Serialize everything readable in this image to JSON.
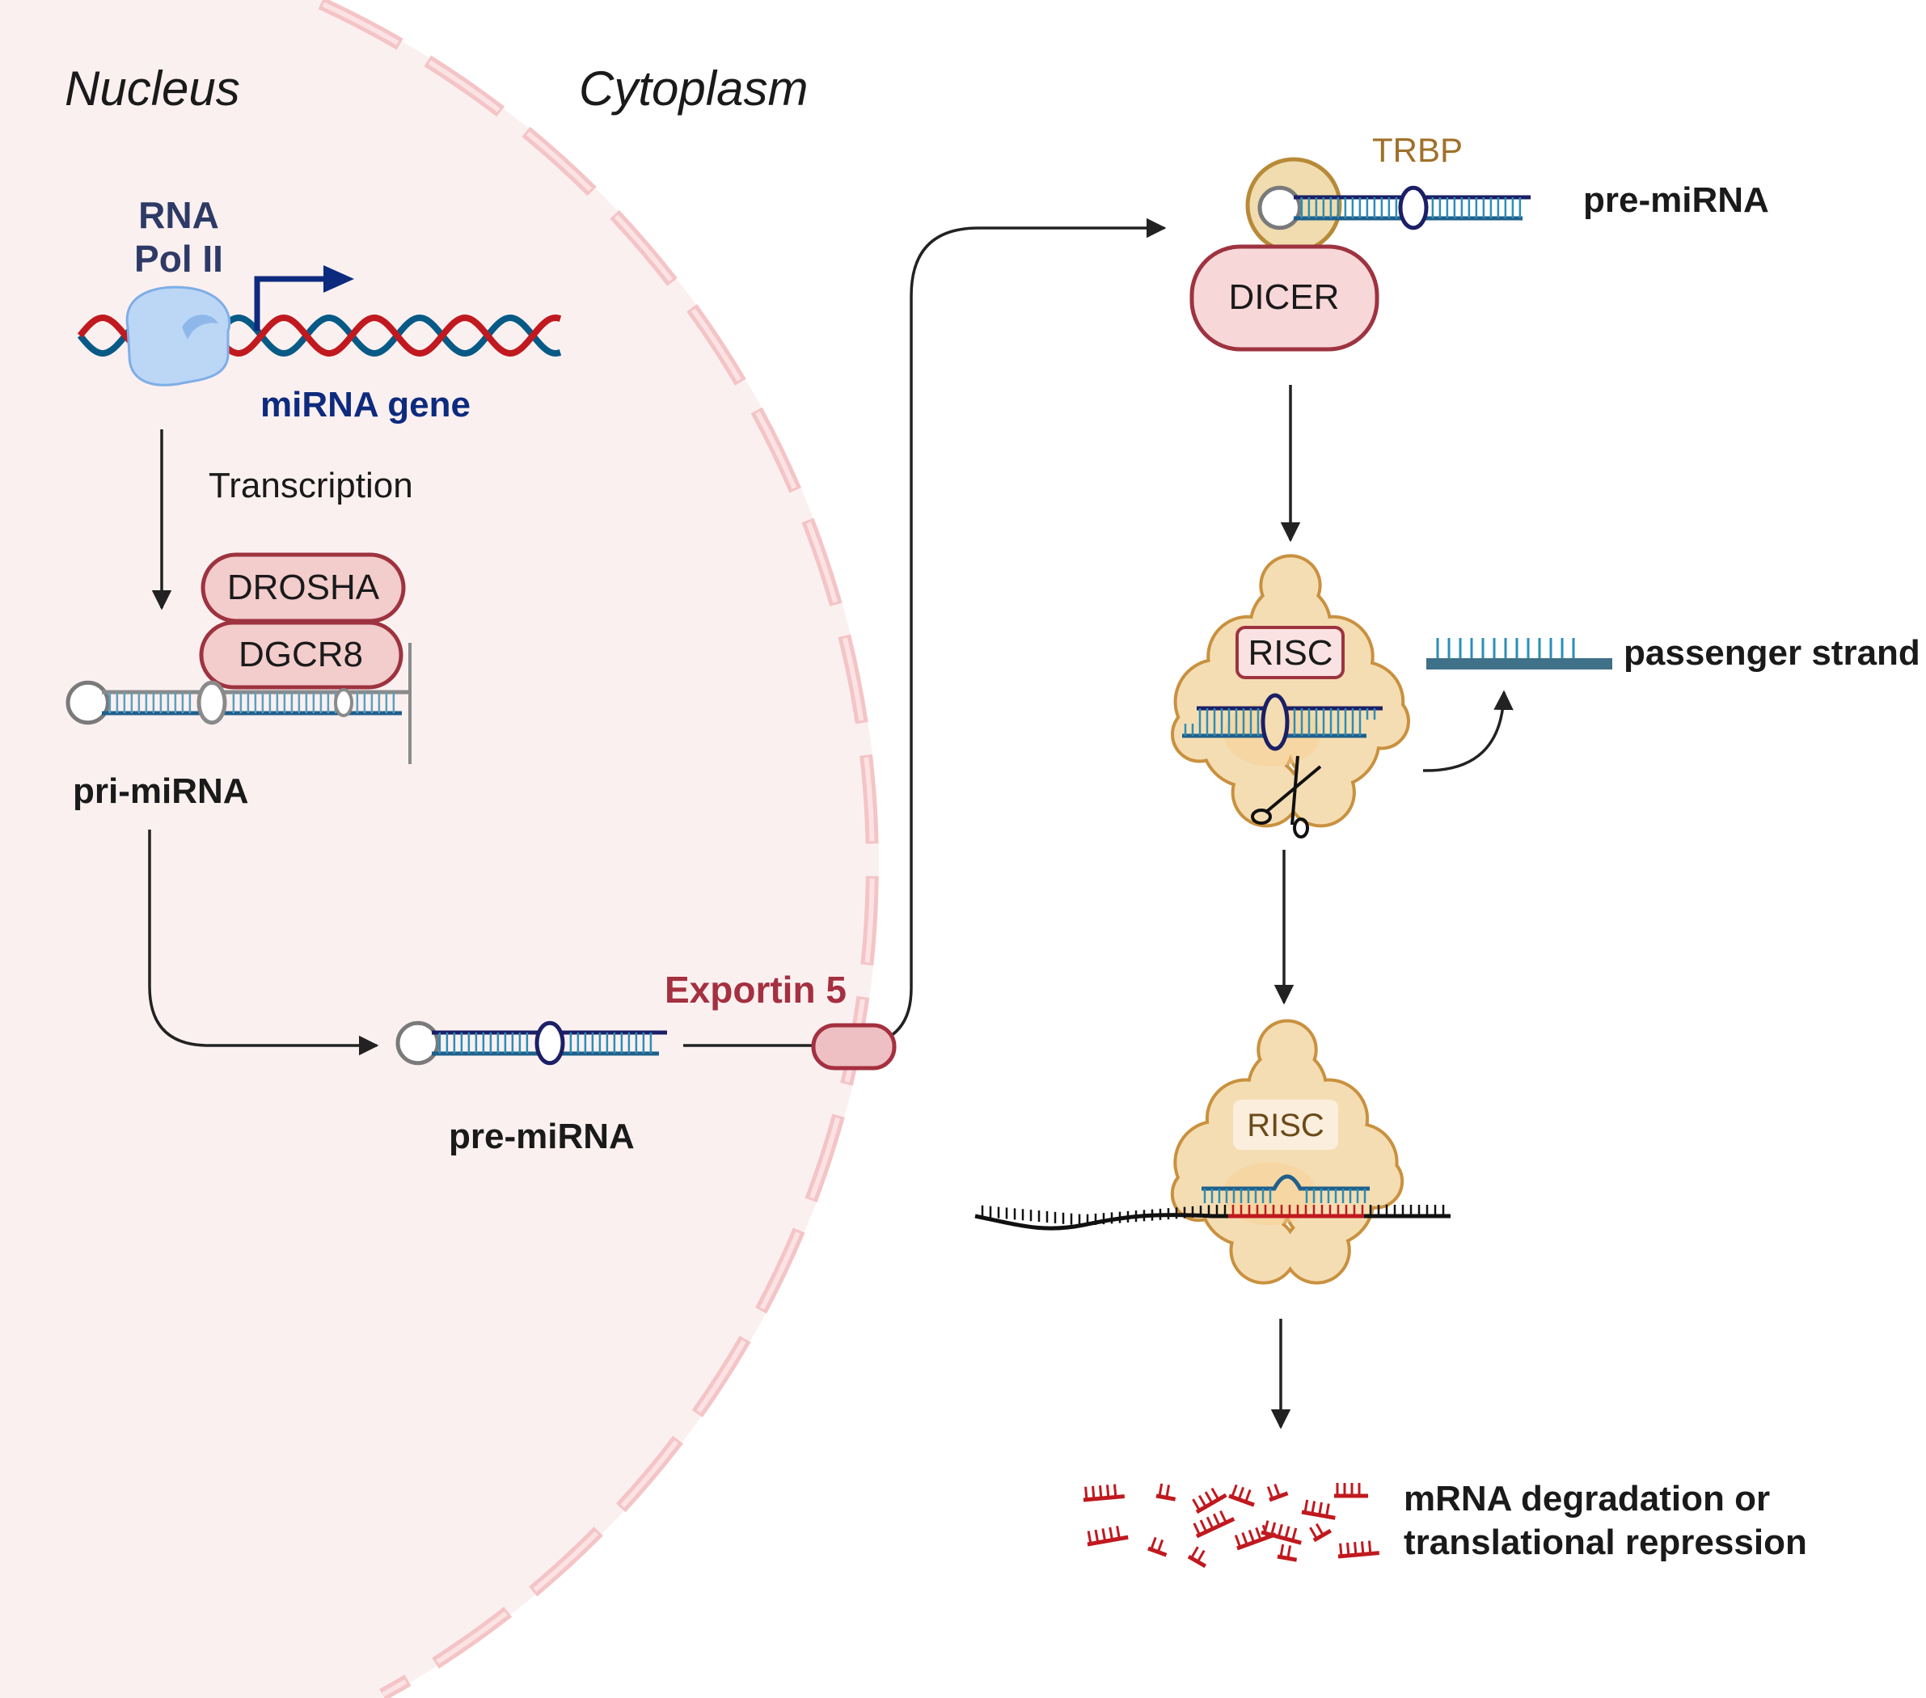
{
  "compartments": {
    "nucleus": "Nucleus",
    "cytoplasm": "Cytoplasm"
  },
  "nucleus": {
    "polymerase": [
      "RNA",
      "Pol II"
    ],
    "gene": "miRNA gene",
    "step": "Transcription",
    "drosha": "DROSHA",
    "dgcr8": "DGCR8",
    "pri_mirna": "pri-miRNA",
    "pre_mirna": "pre-miRNA",
    "exportin": "Exportin 5"
  },
  "cytoplasm": {
    "trbp": "TRBP",
    "pre_mirna": "pre-miRNA",
    "dicer": "DICER",
    "risc1": "RISC",
    "passenger": "passenger strand",
    "risc2": "RISC",
    "outcome": [
      "mRNA degradation or",
      "translational repression"
    ]
  },
  "colors": {
    "nucleus_fill": "#fbf0f0",
    "membrane": "#f4c4c7",
    "dna_red": "#c0191f",
    "dna_blue": "#075a86",
    "gene_label": "#0d2b7e",
    "polymerase_label": "#2e3a66",
    "protein_fill": "#f3cccc",
    "protein_stroke": "#9e3340",
    "exportin_label": "#a43040",
    "trbp_label": "#a0702a",
    "risc_fill": "#f5ddb3",
    "risc_stroke": "#c9913f",
    "fragment_red": "#c0191f"
  }
}
